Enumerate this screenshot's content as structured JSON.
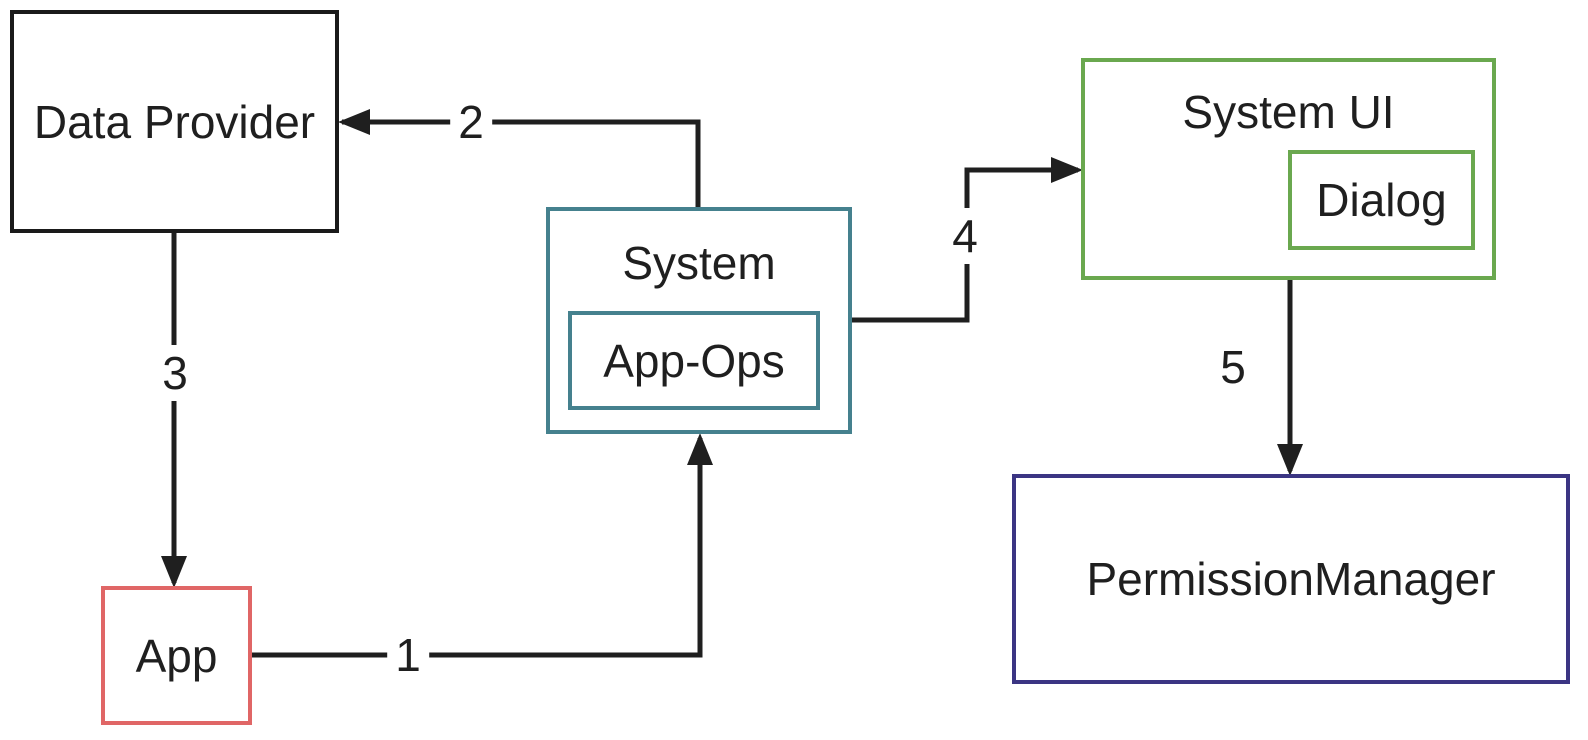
{
  "diagram": {
    "nodes": {
      "data_provider": {
        "label": "Data Provider",
        "border_color": "#1a1a1a"
      },
      "app": {
        "label": "App",
        "border_color": "#e06666"
      },
      "system": {
        "label": "System",
        "border_color": "#45818e"
      },
      "app_ops": {
        "label": "App-Ops",
        "border_color": "#45818e"
      },
      "system_ui": {
        "label": "System UI",
        "border_color": "#6aa84f"
      },
      "dialog": {
        "label": "Dialog",
        "border_color": "#6aa84f"
      },
      "permission_manager": {
        "label": "PermissionManager",
        "border_color": "#3b3583"
      }
    },
    "edges": [
      {
        "label": "1",
        "from": "App",
        "to": "System"
      },
      {
        "label": "2",
        "from": "System",
        "to": "Data Provider"
      },
      {
        "label": "3",
        "from": "Data Provider",
        "to": "App"
      },
      {
        "label": "4",
        "from": "System",
        "to": "System UI"
      },
      {
        "label": "5",
        "from": "System UI",
        "to": "PermissionManager"
      }
    ],
    "colors": {
      "background": "#ffffff",
      "arrow": "#1f1f1f",
      "text": "#1f1f1f"
    }
  }
}
